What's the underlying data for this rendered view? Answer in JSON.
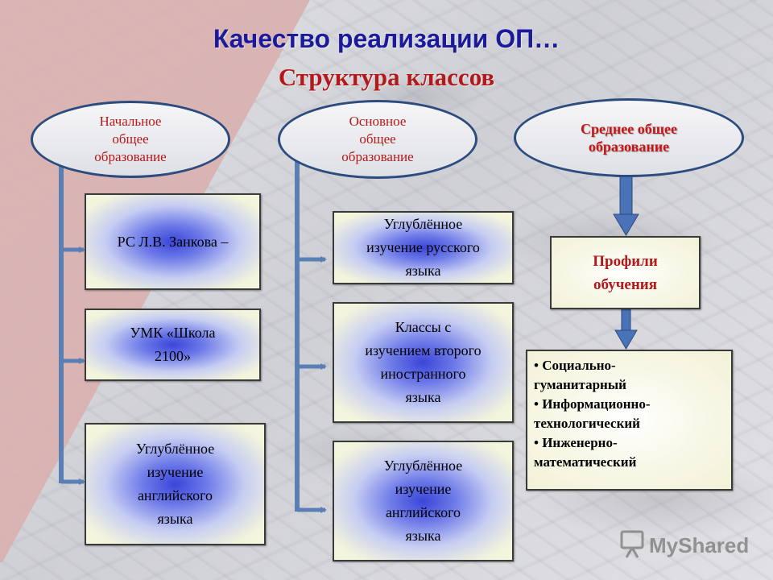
{
  "title": "Качество реализации ОП…",
  "subtitle": "Структура классов",
  "columns": [
    {
      "header": "Начальное\nобщее\nобразование",
      "items": [
        "РС Л.В. Занкова –",
        "УМК «Школа\n2100»",
        "Углублённое\nизучение\nанглийского\nязыка"
      ]
    },
    {
      "header": "Основное\nобщее\nобразование",
      "items": [
        "Углублённое\nизучение русского\nязыка",
        "Классы с\nизучением второго\nиностранного\nязыка",
        "Углублённое\nизучение\nанглийского\nязыка"
      ]
    },
    {
      "header": "Среднее  общее\nобразование",
      "profile_box": "Профили\nобучения",
      "profiles": [
        "• Социально-\n  гуманитарный",
        "• Информационно-\nтехнологический",
        "•      Инженерно-\nматематический"
      ]
    }
  ],
  "watermark": "MyShared",
  "colors": {
    "title": "#1a1a9a",
    "subtitle": "#b31919",
    "connector": "#5a7fb5",
    "pink_panel": "#d8b0b0"
  }
}
